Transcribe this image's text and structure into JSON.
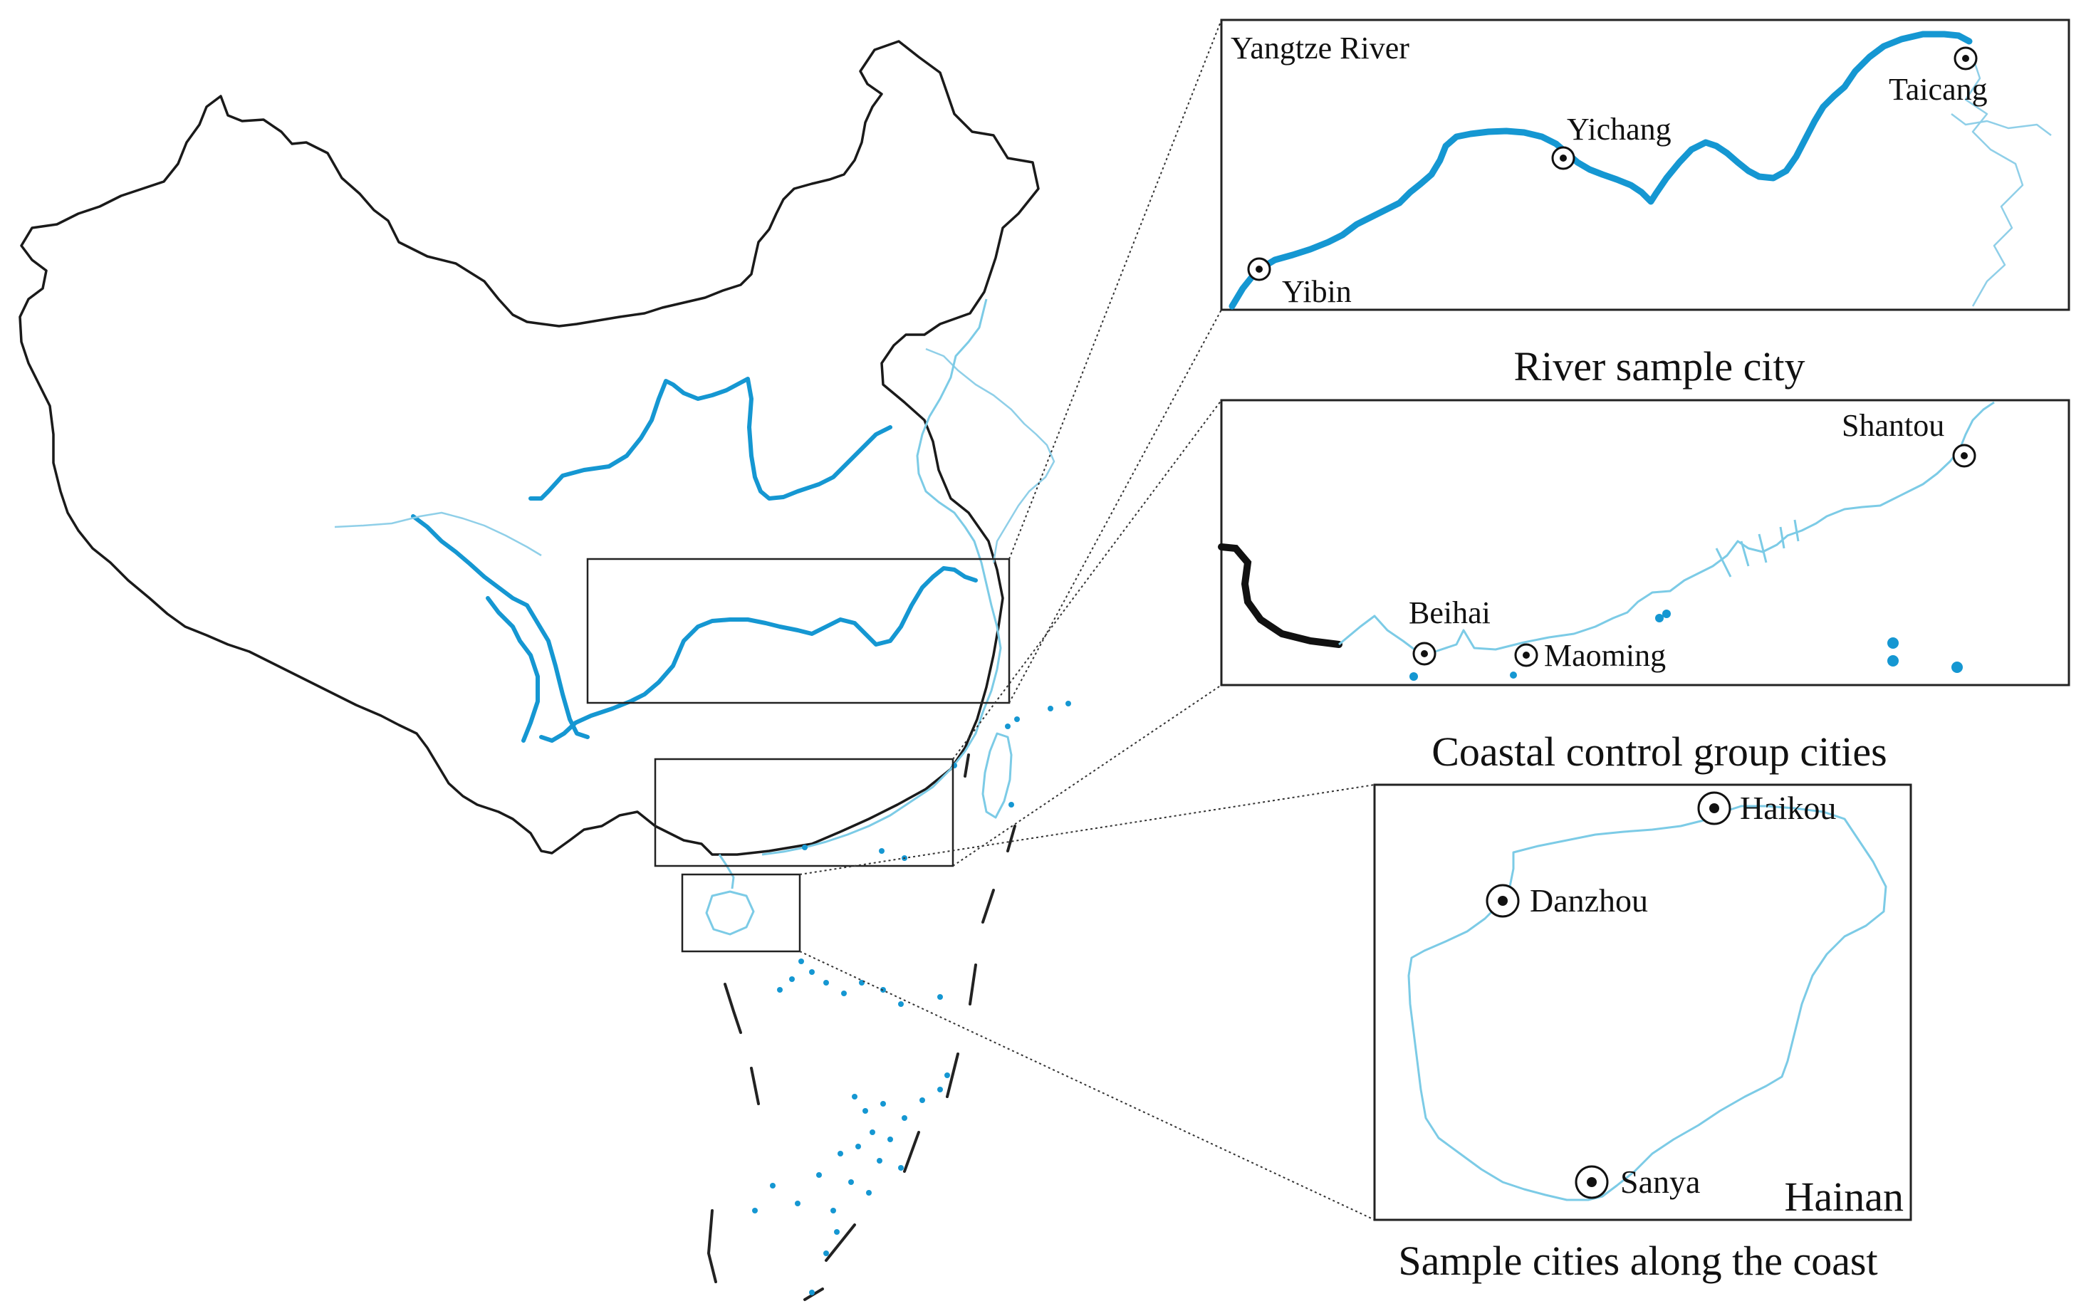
{
  "figure": {
    "captions": {
      "river": "River sample city",
      "coastal_control": "Coastal control group cities",
      "coast": "Sample cities along the coast"
    },
    "panels": {
      "yangtze": {
        "title": "Yangtze River",
        "cities": [
          "Yibin",
          "Yichang",
          "Taicang"
        ]
      },
      "south_coast": {
        "cities": [
          "Beihai",
          "Maoming",
          "Shantou"
        ]
      },
      "hainan": {
        "title": "Hainan",
        "cities": [
          "Haikou",
          "Danzhou",
          "Sanya"
        ]
      }
    }
  },
  "colors": {
    "river": "#1597d2",
    "coastline": "#7ccbe6",
    "border": "#1a1a1a"
  }
}
